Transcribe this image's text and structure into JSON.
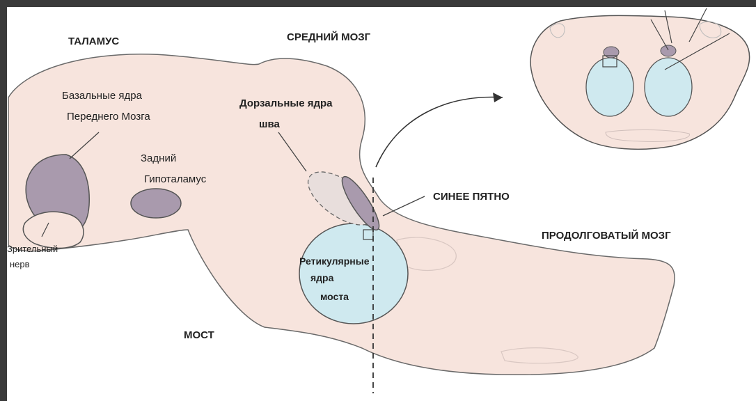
{
  "colors": {
    "frame": "#3a3a3a",
    "background": "#ffffff",
    "brain_tissue": "#f7e4dd",
    "tissue_outline": "#555555",
    "nucleus_purple": "#a99aad",
    "nucleus_blue": "#cfe9ef",
    "dorsal_raphe": "#e8dedc"
  },
  "labels": {
    "thalamus": "ТАЛАМУС",
    "midbrain": "СРЕДНИЙ МОЗГ",
    "basal_nuclei_line1": "Базальные ядра",
    "basal_nuclei_line2": "Переднего Мозга",
    "dorsal_raphe_line1": "Дорзальные ядра",
    "dorsal_raphe_line2": "шва",
    "posterior_hypothalamus_line1": "Задний",
    "posterior_hypothalamus_line2": "Гипоталамус",
    "locus_coeruleus": "СИНЕЕ ПЯТНО",
    "medulla": "ПРОДОЛГОВАТЫЙ МОЗГ",
    "optic_nerve_line1": "Зрительный",
    "optic_nerve_line2": "нерв",
    "reticular_line1": "Ретикулярные",
    "reticular_line2": "ядра",
    "reticular_line3": "моста",
    "pons": "МОСТ"
  }
}
